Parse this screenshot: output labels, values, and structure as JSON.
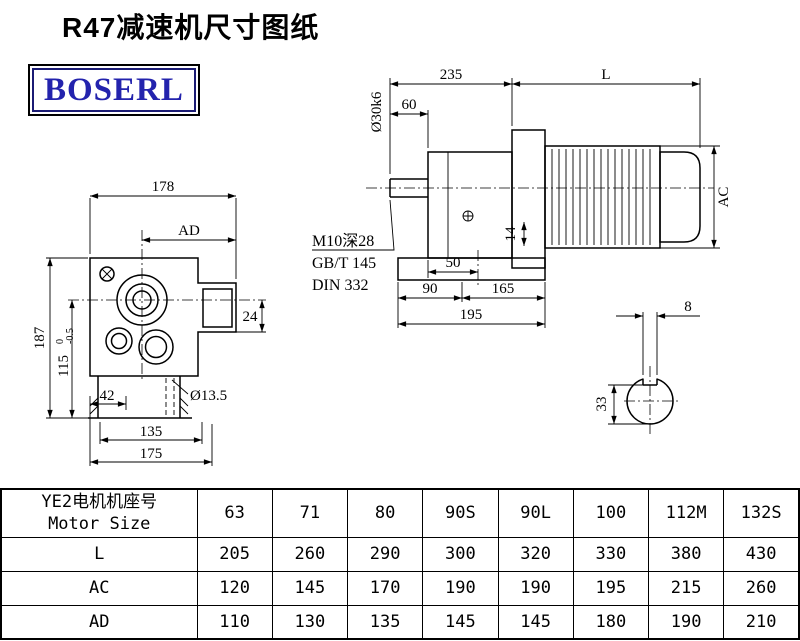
{
  "page": {
    "title": "R47减速机尺寸图纸",
    "brand": "BOSERL"
  },
  "front_view": {
    "width_total": "178",
    "width_ad": "AD",
    "height_total": "187",
    "height_center": "115",
    "tol_upper": "0",
    "tol_lower": "-0.5",
    "dim_24": "24",
    "dim_42": "42",
    "bolt_span": "135",
    "base_width": "175",
    "foot_hole": "Ø13.5"
  },
  "side_view": {
    "length_front": "235",
    "length_motor": "L",
    "shaft_length": "60",
    "shaft_dia": "Ø30k6",
    "motor_dia": "AC",
    "dim_14": "14",
    "dim_50": "50",
    "dim_90": "90",
    "dim_165": "165",
    "dim_195": "195",
    "thread_note": "M10深28",
    "std_note1": "GB/T 145",
    "std_note2": "DIN 332"
  },
  "shaft_section": {
    "key_width": "8",
    "key_height": "33"
  },
  "table": {
    "header_cn": "YE2电机机座号",
    "header_en": "Motor Size",
    "sizes": [
      "63",
      "71",
      "80",
      "90S",
      "90L",
      "100",
      "112M",
      "132S"
    ],
    "rows": [
      {
        "label": "L",
        "values": [
          "205",
          "260",
          "290",
          "300",
          "320",
          "330",
          "380",
          "430"
        ]
      },
      {
        "label": "AC",
        "values": [
          "120",
          "145",
          "170",
          "190",
          "190",
          "195",
          "215",
          "260"
        ]
      },
      {
        "label": "AD",
        "values": [
          "110",
          "130",
          "135",
          "145",
          "145",
          "180",
          "190",
          "210"
        ]
      }
    ]
  }
}
